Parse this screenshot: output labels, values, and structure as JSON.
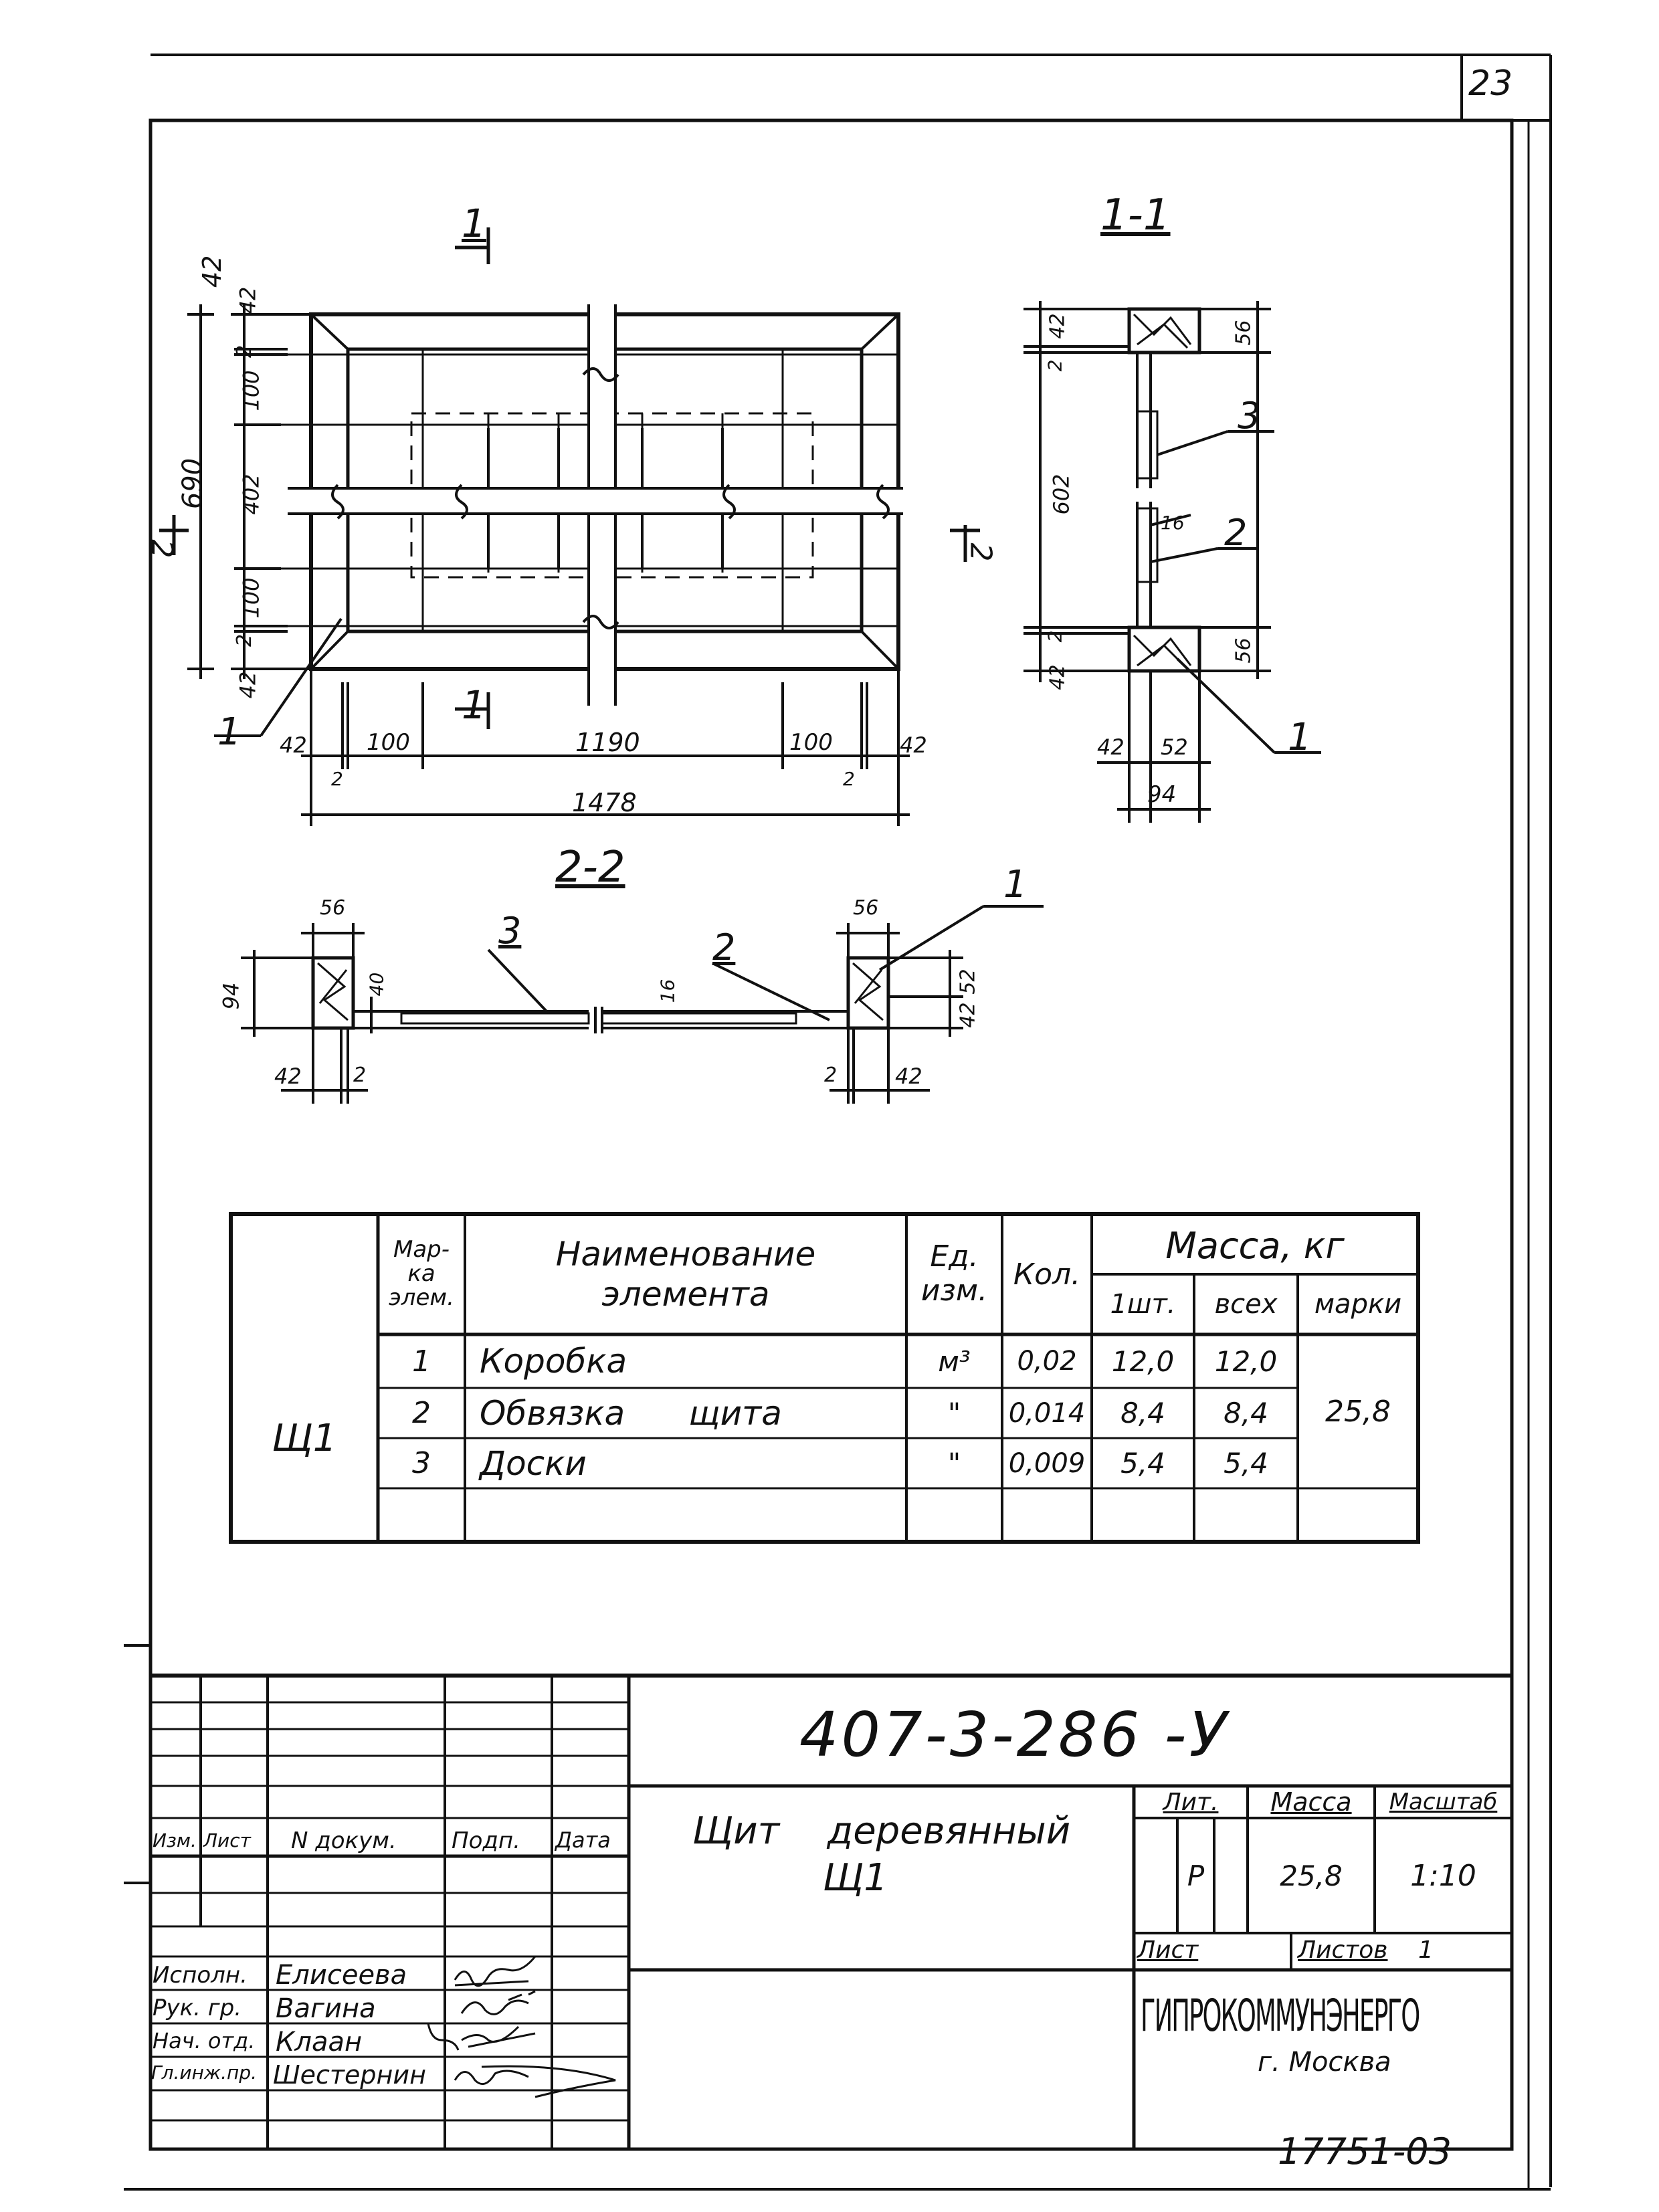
{
  "sheet": {
    "page_number": "23",
    "inventory_number": "17751-03"
  },
  "drawing": {
    "plan_cut_mark_top": "1",
    "plan_cut_mark_bottom": "1",
    "plan_cut_mark_left": "2",
    "plan_cut_mark_right": "2",
    "section_1_title": "1-1",
    "section_2_title": "2-2",
    "plan_dims": {
      "height_total": "690",
      "left_42_top": "42",
      "left_2_top": "2",
      "left_100_top": "100",
      "left_402": "402",
      "left_100_bottom": "100",
      "left_2_bottom": "2",
      "left_42_bottom": "42",
      "bottom_42_left": "42",
      "bottom_100_left": "100",
      "bottom_1190": "1190",
      "bottom_100_right": "100",
      "bottom_42_right": "42",
      "bottom_2_left": "2",
      "bottom_2_right": "2",
      "width_total": "1478",
      "callout_1": "1"
    },
    "s11_dims": {
      "top_42": "42",
      "top_2": "2",
      "mid_602": "602",
      "bottom_2": "2",
      "bottom_42": "42",
      "right_56_top": "56",
      "right_56_bottom": "56",
      "thick_16": "16",
      "bottom_52": "52",
      "bottom_94": "94",
      "callout_3": "3",
      "callout_2": "2",
      "callout_1": "1"
    },
    "s22_dims": {
      "left_56": "56",
      "right_56": "56",
      "left_94": "94",
      "left_40": "40",
      "mid_16": "16",
      "right_52": "52",
      "right_42": "42",
      "bottom_left_42": "42",
      "bottom_left_2": "2",
      "bottom_right_2": "2",
      "bottom_right_42": "42",
      "callout_3": "3",
      "callout_2": "2",
      "callout_1": "1"
    }
  },
  "spec_table": {
    "headers": {
      "mark": "Мар-\nка\nэлем.",
      "name": "Наименование\nэлемента",
      "unit": "Ед.\nизм.",
      "qty": "Кол.",
      "mass": "Масса, кг",
      "mass_one": "1шт.",
      "mass_all": "всех",
      "mass_brand": "марки"
    },
    "group": "Щ1",
    "rows": [
      {
        "mark": "1",
        "name": "Коробка",
        "unit": "м³",
        "qty": "0,02",
        "one": "12,0",
        "all": "12,0"
      },
      {
        "mark": "2",
        "name": "Обвязка      щита",
        "unit": "\"",
        "qty": "0,014",
        "one": "8,4",
        "all": "8,4"
      },
      {
        "mark": "3",
        "name": "Доски",
        "unit": "\"",
        "qty": "0,009",
        "one": "5,4",
        "all": "5,4"
      }
    ],
    "brand_mass": "25,8"
  },
  "title_block": {
    "doc_code": "407-3-286 -У",
    "title_line1": "Щит    деревянный",
    "title_line2": "Щ1",
    "col_headers": [
      "Изм.",
      "Лист",
      "N докум.",
      "Подп.",
      "Дата"
    ],
    "lit_label": "Лит.",
    "mass_label": "Масса",
    "scale_label": "Масштаб",
    "lit_value": "Р",
    "mass_value": "25,8",
    "scale_value": "1:10",
    "sheet_label": "Лист",
    "sheets_label": "Листов",
    "sheets_value": "1",
    "org_name": "ГИПРОКОММУНЭНЕРГО",
    "org_city": "г. Москва",
    "signers": [
      {
        "role": "Исполн.",
        "name": "Елисеева"
      },
      {
        "role": "Рук. гр.",
        "name": "Вагина"
      },
      {
        "role": "Нач. отд.",
        "name": "Клаан"
      },
      {
        "role": "Гл.инж.пр.",
        "name": "Шестернин"
      }
    ]
  }
}
